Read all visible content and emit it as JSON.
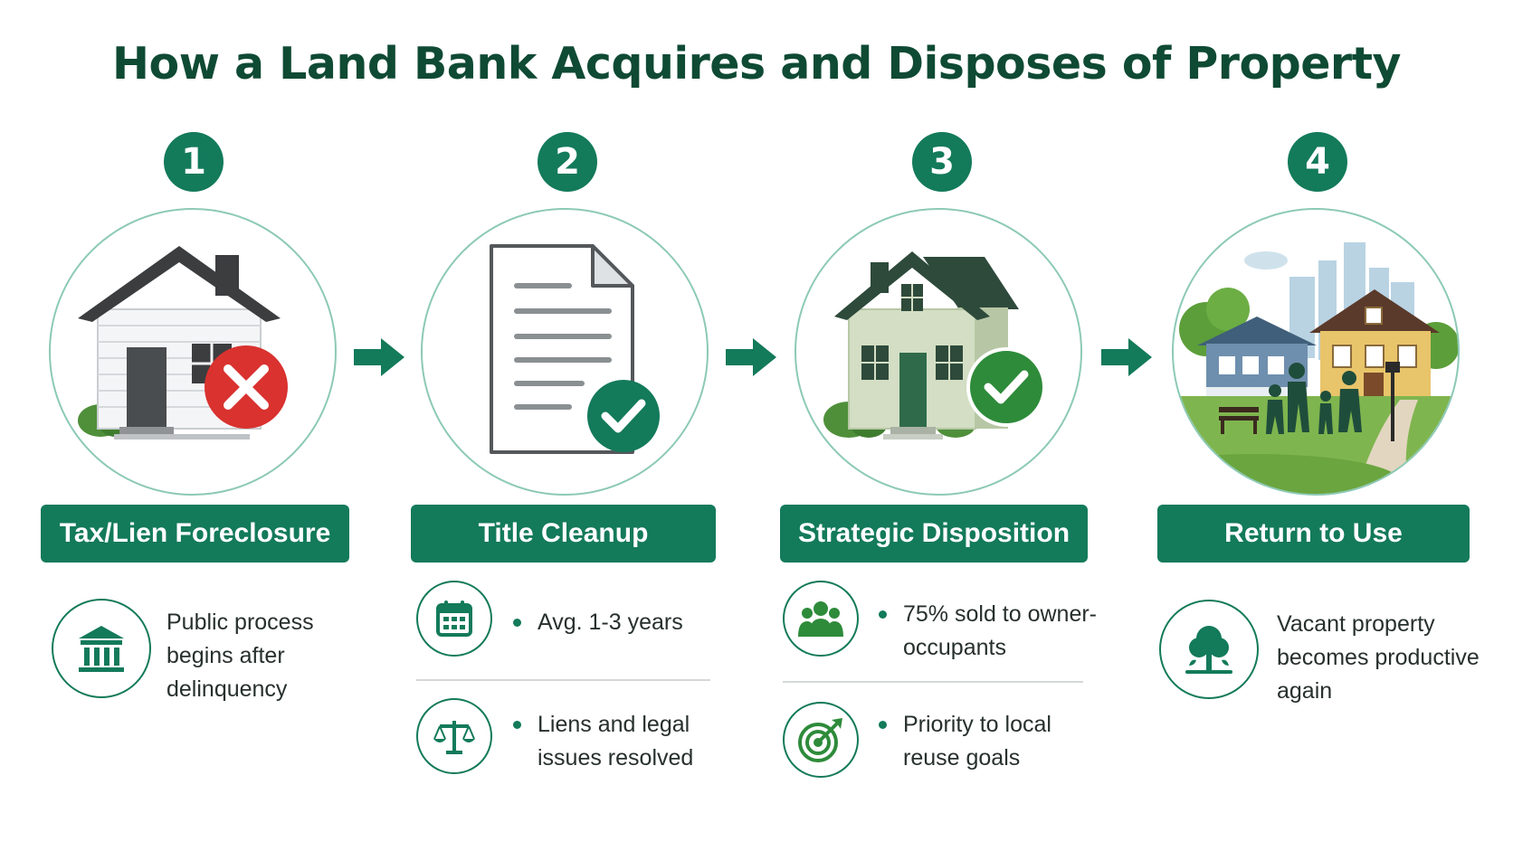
{
  "title": "How a Land Bank Acquires and Disposes of Property",
  "colors": {
    "brand": "#137a5a",
    "title": "#0f4a34",
    "ring": "#8cc9b6",
    "red": "#d9322f",
    "check": "#2e8b3a"
  },
  "steps": [
    {
      "number": "1",
      "label": "Tax/Lien Foreclosure",
      "illustration": "house-with-x-icon",
      "features": [
        {
          "icon": "courthouse-icon",
          "text": "Public process begins after delinquency",
          "bulleted": false
        }
      ]
    },
    {
      "number": "2",
      "label": "Title Cleanup",
      "illustration": "document-check-icon",
      "features": [
        {
          "icon": "calendar-icon",
          "text": "Avg. 1-3 years",
          "bulleted": true
        },
        {
          "icon": "scales-icon",
          "text": "Liens and legal issues resolved",
          "bulleted": true
        }
      ]
    },
    {
      "number": "3",
      "label": "Strategic Disposition",
      "illustration": "house-check-icon",
      "features": [
        {
          "icon": "people-icon",
          "text": "75% sold to owner-occupants",
          "bulleted": true
        },
        {
          "icon": "target-icon",
          "text": "Priority to local reuse goals",
          "bulleted": true
        }
      ]
    },
    {
      "number": "4",
      "label": "Return to Use",
      "illustration": "neighborhood-scene-icon",
      "features": [
        {
          "icon": "tree-icon",
          "text": "Vacant property becomes productive again",
          "bulleted": false
        }
      ]
    }
  ]
}
